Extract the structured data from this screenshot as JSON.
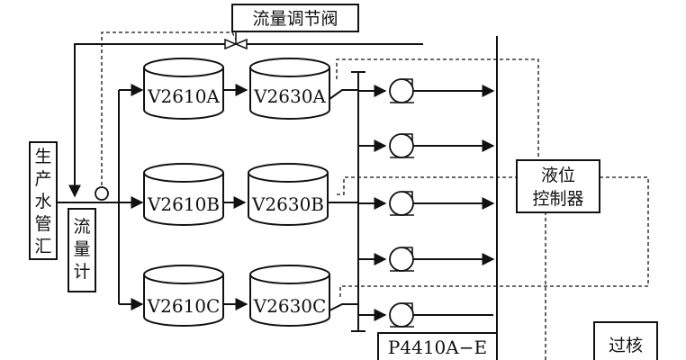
{
  "labels": {
    "flow_valve": "流量调节阀",
    "water_main": [
      "生",
      "产",
      "水",
      "管",
      "汇"
    ],
    "flow_meter": [
      "流",
      "量",
      "计"
    ],
    "level_controller_line1": "液位",
    "level_controller_line2": "控制器",
    "pump_group": "P4410A−E",
    "filter_partial": "过核"
  },
  "tanks": {
    "first_stage": [
      "V2610A",
      "V2610B",
      "V2610C"
    ],
    "second_stage": [
      "V2630A",
      "V2630B",
      "V2630C"
    ]
  },
  "colors": {
    "line": "#111111",
    "background": "#ffffff"
  }
}
